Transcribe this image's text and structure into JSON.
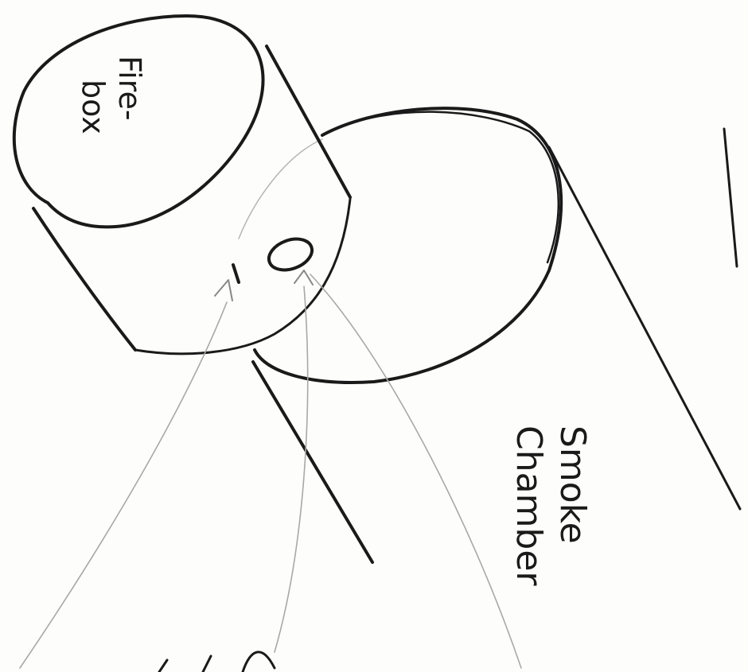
{
  "labels": {
    "firebox": "Fire-box",
    "firebox_line1": "Fire-",
    "firebox_line2": "box",
    "smoke_chamber": "Smoke Chamber",
    "smoke_chamber_line1": "Smoke",
    "smoke_chamber_line2": "Chamber"
  },
  "colors": {
    "ink": "#1a1a1a",
    "pencil": "#a8a8a8"
  }
}
